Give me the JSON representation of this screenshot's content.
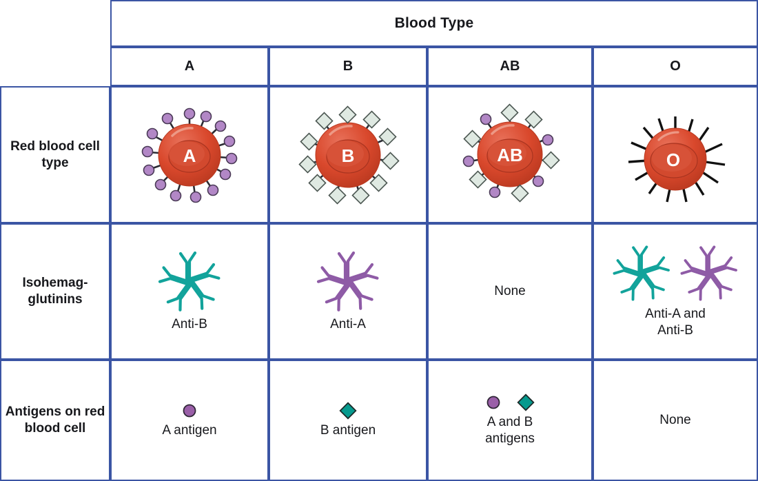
{
  "table": {
    "header": {
      "corner": "",
      "group_title": "Blood Type",
      "columns": [
        "A",
        "B",
        "AB",
        "O"
      ]
    },
    "rows": [
      {
        "label": "Red blood cell type",
        "name": "red-blood-cell-type",
        "cells": [
          {
            "cell_letter": "A",
            "antigen_style": "circles",
            "caption": ""
          },
          {
            "cell_letter": "B",
            "antigen_style": "diamonds",
            "caption": ""
          },
          {
            "cell_letter": "AB",
            "antigen_style": "mixed",
            "caption": ""
          },
          {
            "cell_letter": "O",
            "antigen_style": "spikes",
            "caption": ""
          }
        ]
      },
      {
        "label": "Isohemag-\nglutinins",
        "name": "isohemagglutinins",
        "cells": [
          {
            "antibodies": [
              "anti-b"
            ],
            "caption": "Anti-B"
          },
          {
            "antibodies": [
              "anti-a"
            ],
            "caption": "Anti-A"
          },
          {
            "antibodies": [],
            "caption": "None"
          },
          {
            "antibodies": [
              "anti-b",
              "anti-a"
            ],
            "caption": "Anti-A and\nAnti-B"
          }
        ]
      },
      {
        "label": "Antigens on red blood cell",
        "name": "antigens-on-red-blood-cell",
        "cells": [
          {
            "symbols": [
              "circle"
            ],
            "caption": "A antigen"
          },
          {
            "symbols": [
              "diamond"
            ],
            "caption": "B antigen"
          },
          {
            "symbols": [
              "circle",
              "diamond"
            ],
            "caption": "A and B\nantigens"
          },
          {
            "symbols": [],
            "caption": "None"
          }
        ]
      }
    ]
  },
  "colors": {
    "grid_border": "#3b55a4",
    "header_fill": "#dde3f3",
    "text": "#17181c",
    "cell_body_red": "#d6452c",
    "cell_body_red_light": "#e4644a",
    "cell_body_red_dark": "#b33a24",
    "antigen_a_purple": "#9a5fa8",
    "antigen_b_teal": "#069a8e",
    "antigen_b_pale": "#d9e4de",
    "antibody_anti_a_purple": "#8e5ba6",
    "antibody_anti_b_teal": "#12a39b",
    "spike_black": "#111111",
    "background": "#ffffff"
  }
}
